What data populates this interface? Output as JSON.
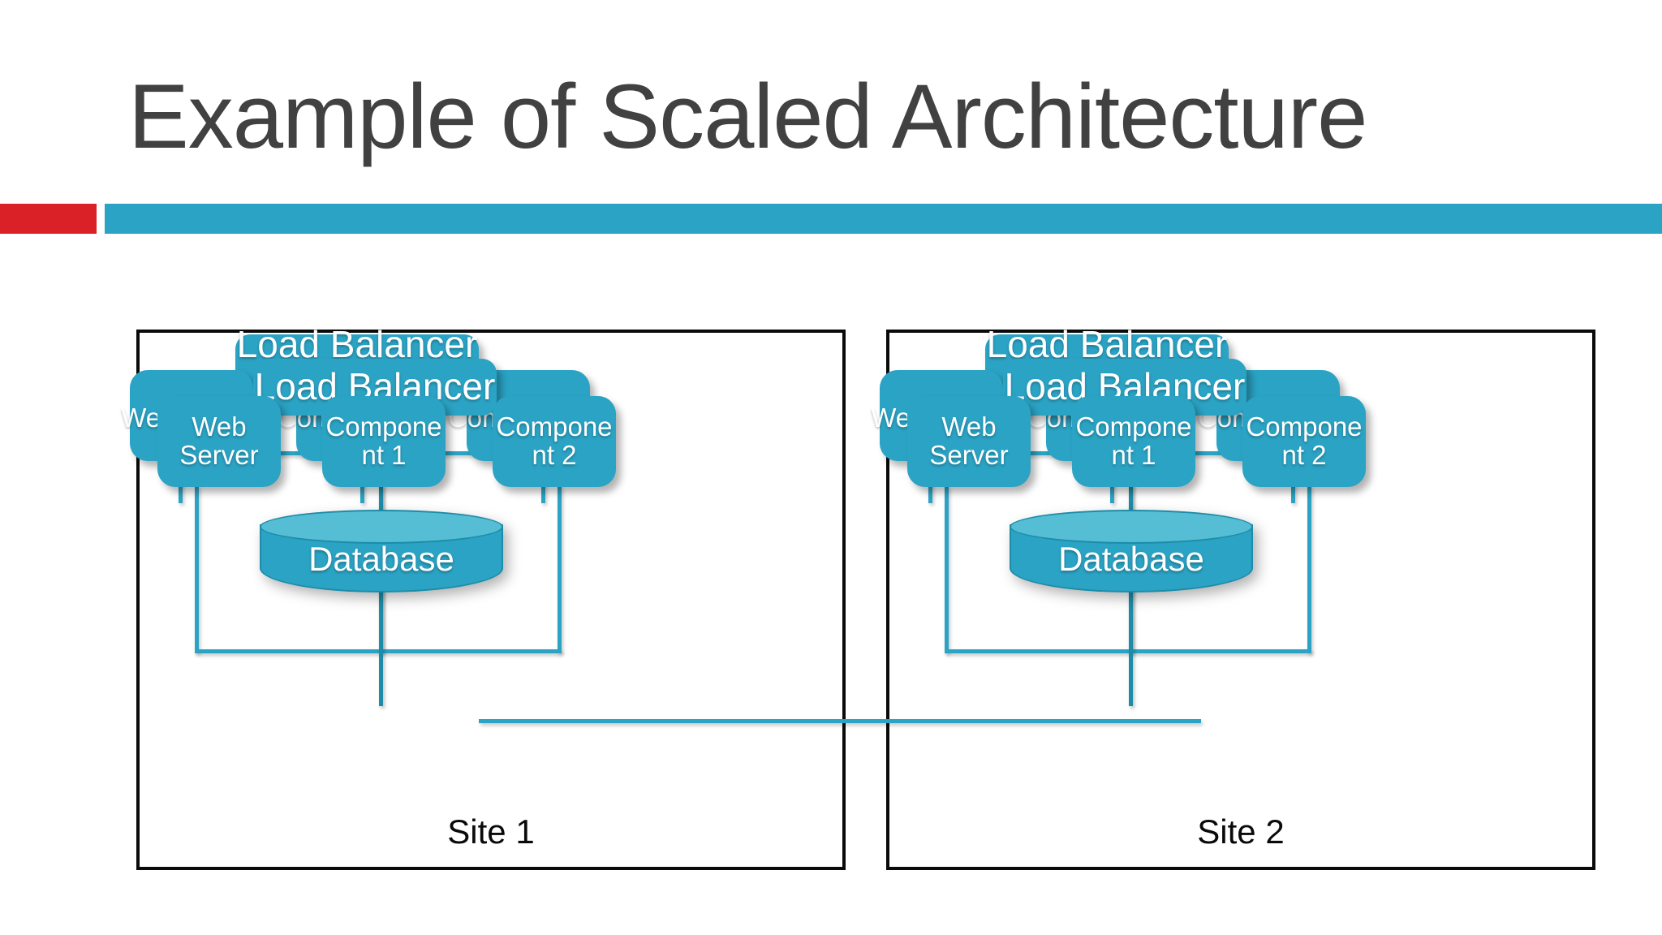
{
  "slide": {
    "title": "Example of Scaled Architecture",
    "accent_red": "#DB2128",
    "accent_teal": "#2BA3C4",
    "title_color": "#414141",
    "background": "#FFFFFF"
  },
  "diagram": {
    "node_fill": "#2BA3C4",
    "node_text_color": "#FFFFFF",
    "connector_color": "#2BA3C4",
    "site_border_color": "#0A0A0A",
    "sites": [
      {
        "label": "Site 1",
        "load_balancer": {
          "back_label": "Load Balancer",
          "front_label": "Load Balancer"
        },
        "tiers": [
          {
            "back_label": "Web Server",
            "front_label": "Web\nServer"
          },
          {
            "back_label": "Component 1",
            "front_label": "Compone\nnt 1"
          },
          {
            "back_label": "Component 2",
            "front_label": "Compone\nnt 2"
          }
        ],
        "database": {
          "label": "Database"
        }
      },
      {
        "label": "Site 2",
        "load_balancer": {
          "back_label": "Load Balancer",
          "front_label": "Load Balancer"
        },
        "tiers": [
          {
            "back_label": "Web Server",
            "front_label": "Web\nServer"
          },
          {
            "back_label": "Component 1",
            "front_label": "Compone\nnt 1"
          },
          {
            "back_label": "Component 2",
            "front_label": "Compone\nnt 2"
          }
        ],
        "database": {
          "label": "Database"
        }
      }
    ]
  }
}
